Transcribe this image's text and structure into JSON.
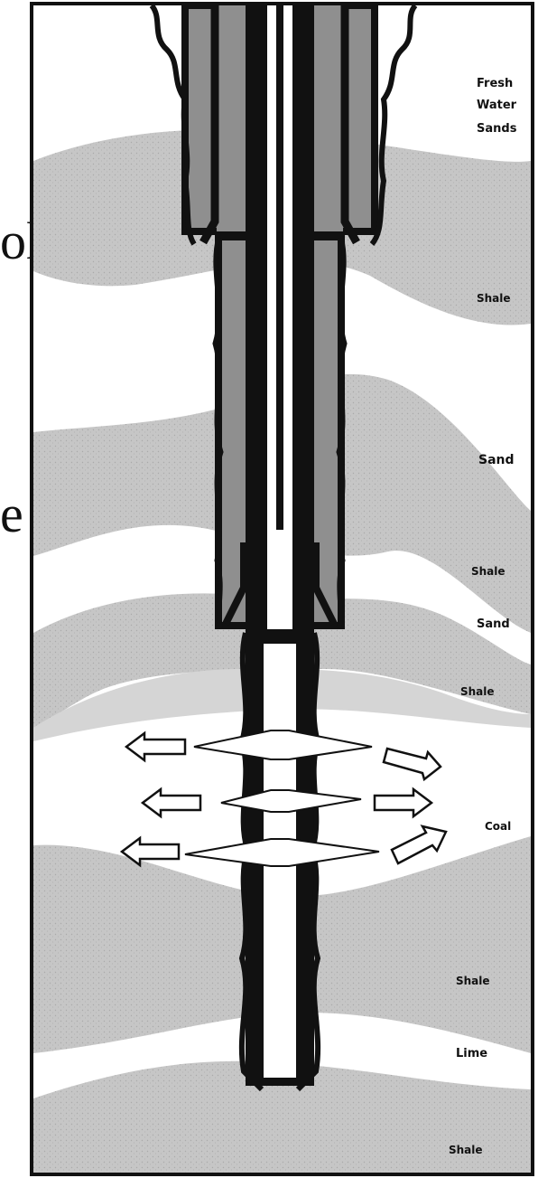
{
  "side_text": [
    "ol",
    "e"
  ],
  "strata_labels": {
    "fresh_water_sands": [
      "Fresh",
      "Water",
      "Sands"
    ],
    "shale_1": "Shale",
    "sand_1": "Sand",
    "shale_2": "Shale",
    "sand_2": "Sand",
    "shale_3": "Shale",
    "coal": "Coal",
    "shale_4": "Shale",
    "lime": "Lime",
    "shale_5": "Shale"
  },
  "colors": {
    "band": "#c4c4c4",
    "band_dark": "#a9a9a9",
    "background": "#ffffff",
    "casing": "#111111",
    "cement": "#9a9a9a"
  }
}
